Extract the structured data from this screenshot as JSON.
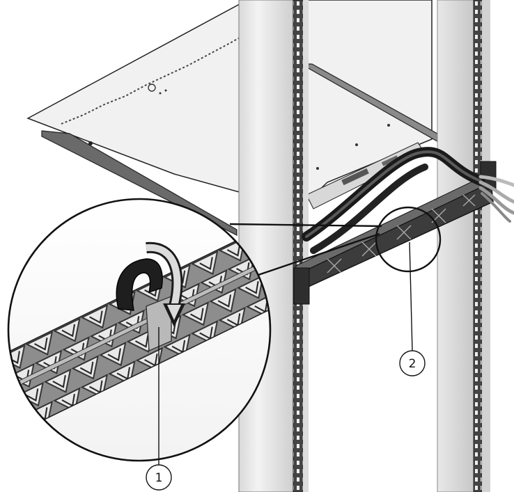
{
  "callouts": [
    {
      "id": "1",
      "label": "1"
    },
    {
      "id": "2",
      "label": "2"
    }
  ],
  "colors": {
    "background": "#ffffff",
    "rack_post": "#e6e6e6",
    "rack_post_shade": "#c9c9c9",
    "rail_dark": "#3a3a3a",
    "cable_dark": "#1c1c1c",
    "chassis": "#eeeeee",
    "strap": "#b4b4b4",
    "outline": "#111111"
  }
}
